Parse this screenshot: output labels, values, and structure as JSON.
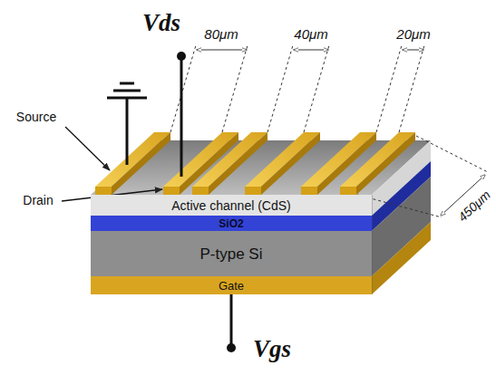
{
  "diagram": {
    "nodes": [
      {
        "text": [
          "Active channel (CdS)"
        ]
      },
      {
        "text": [
          "SiO2"
        ]
      },
      {
        "text": [
          "P-type Si"
        ]
      },
      {
        "text": [
          "Gate"
        ]
      }
    ],
    "labels": [
      "Vds",
      "80μm",
      "40μm",
      "20μm",
      "450μm",
      "Source",
      "Drain",
      "Vgs"
    ]
  }
}
